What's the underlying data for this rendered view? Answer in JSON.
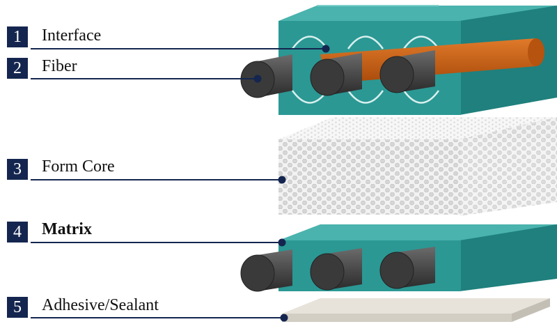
{
  "colors": {
    "badge": "#14264f",
    "leader_line": "#14264f",
    "matrix_top": "#3fa7a2",
    "matrix_front": "#27928e",
    "matrix_side": "#1f807d",
    "fiber": "#4a4a4a",
    "interface": "#c65e12",
    "foam": "#e3e3e3",
    "adhesive": "#ddd8cf"
  },
  "callouts": [
    {
      "number": "1",
      "label": "Interface",
      "emphasis": false
    },
    {
      "number": "2",
      "label": "Fiber",
      "emphasis": false
    },
    {
      "number": "3",
      "label": "Form Core",
      "emphasis": false
    },
    {
      "number": "4",
      "label": "Matrix",
      "emphasis": true
    },
    {
      "number": "5",
      "label": "Adhesive/Sealant",
      "emphasis": false
    }
  ]
}
